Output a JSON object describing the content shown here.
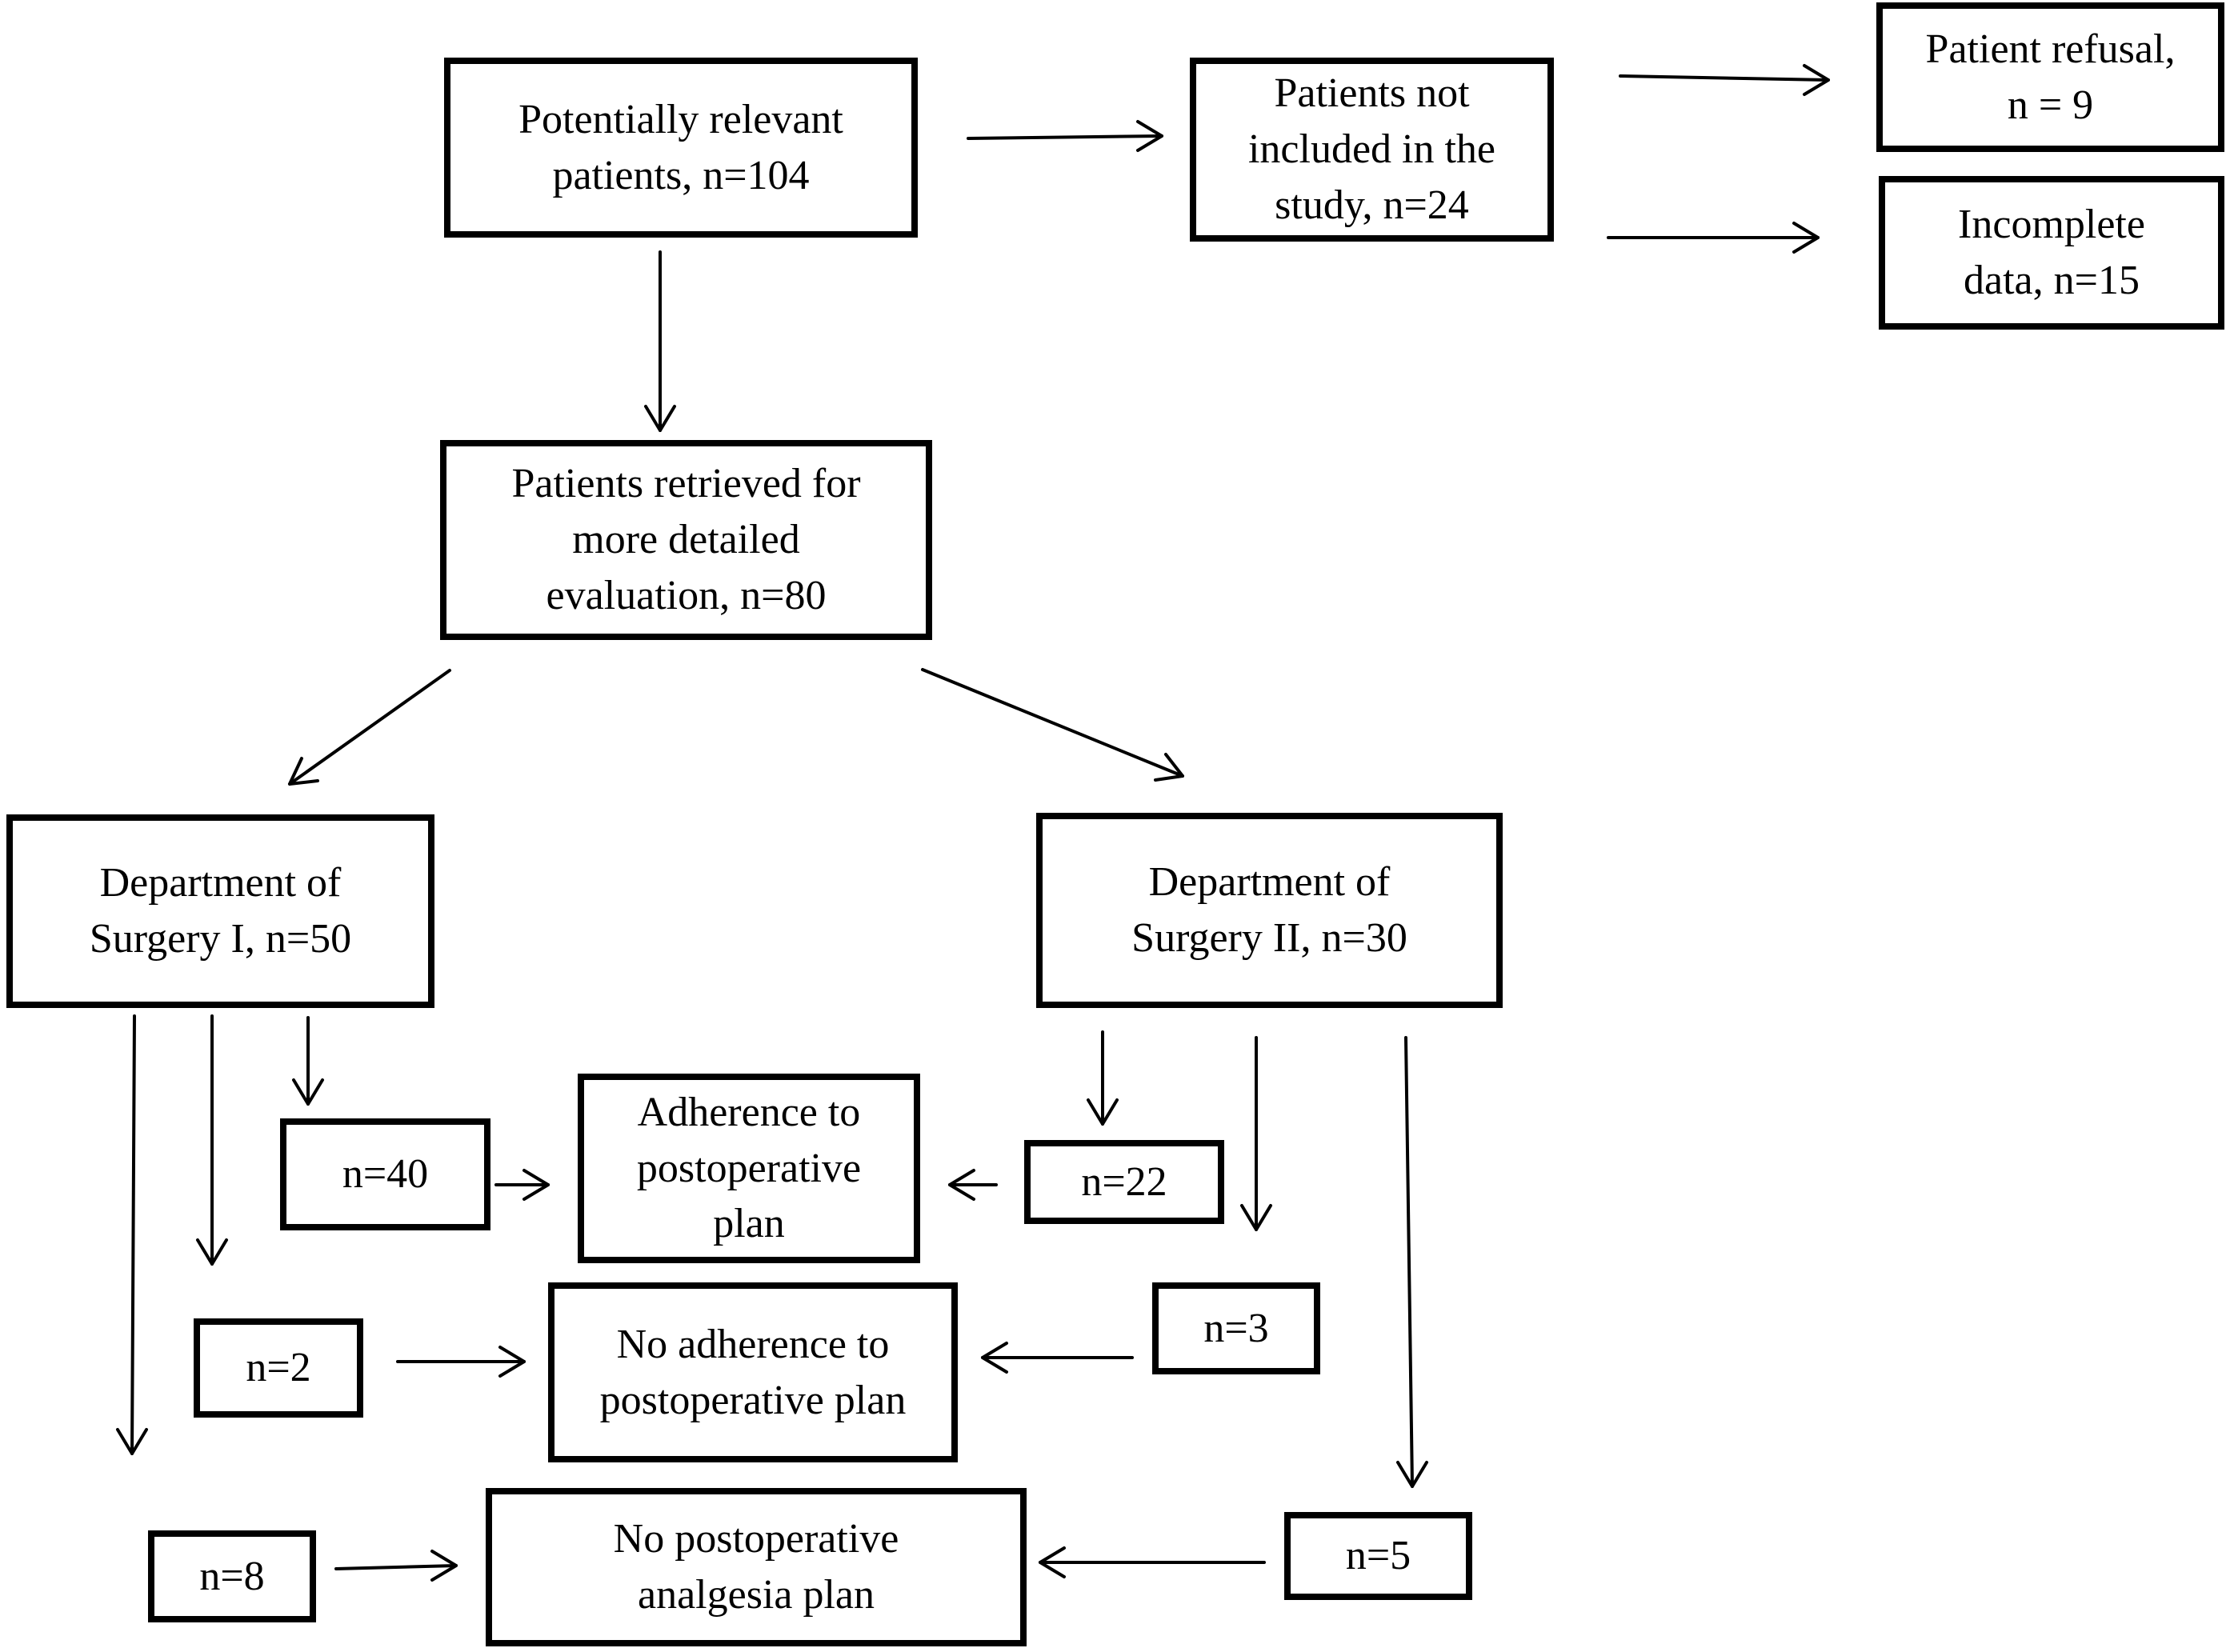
{
  "boxes": {
    "potentially_relevant": {
      "lines": [
        "Potentially relevant",
        "patients, n=104"
      ]
    },
    "not_included": {
      "lines": [
        "Patients not",
        "included in the",
        "study, n=24"
      ]
    },
    "patient_refusal": {
      "lines": [
        "Patient refusal,",
        "n = 9"
      ]
    },
    "incomplete_data": {
      "lines": [
        "Incomplete",
        "data, n=15"
      ]
    },
    "retrieved": {
      "lines": [
        "Patients retrieved for",
        "more detailed",
        "evaluation, n=80"
      ]
    },
    "surgery_1": {
      "lines": [
        "Department of",
        "Surgery I, n=50"
      ]
    },
    "surgery_2": {
      "lines": [
        "Department of",
        "Surgery II, n=30"
      ]
    },
    "adherence": {
      "lines": [
        "Adherence to",
        "postoperative",
        "plan"
      ]
    },
    "no_adherence": {
      "lines": [
        "No adherence to",
        "postoperative plan"
      ]
    },
    "no_plan": {
      "lines": [
        "No postoperative",
        "analgesia plan"
      ]
    },
    "s1_adherence_count": {
      "lines": [
        "n=40"
      ]
    },
    "s1_no_adherence_count": {
      "lines": [
        "n=2"
      ]
    },
    "s1_no_plan_count": {
      "lines": [
        "n=8"
      ]
    },
    "s2_adherence_count": {
      "lines": [
        "n=22"
      ]
    },
    "s2_no_adherence_count": {
      "lines": [
        "n=3"
      ]
    },
    "s2_no_plan_count": {
      "lines": [
        "n=5"
      ]
    }
  }
}
